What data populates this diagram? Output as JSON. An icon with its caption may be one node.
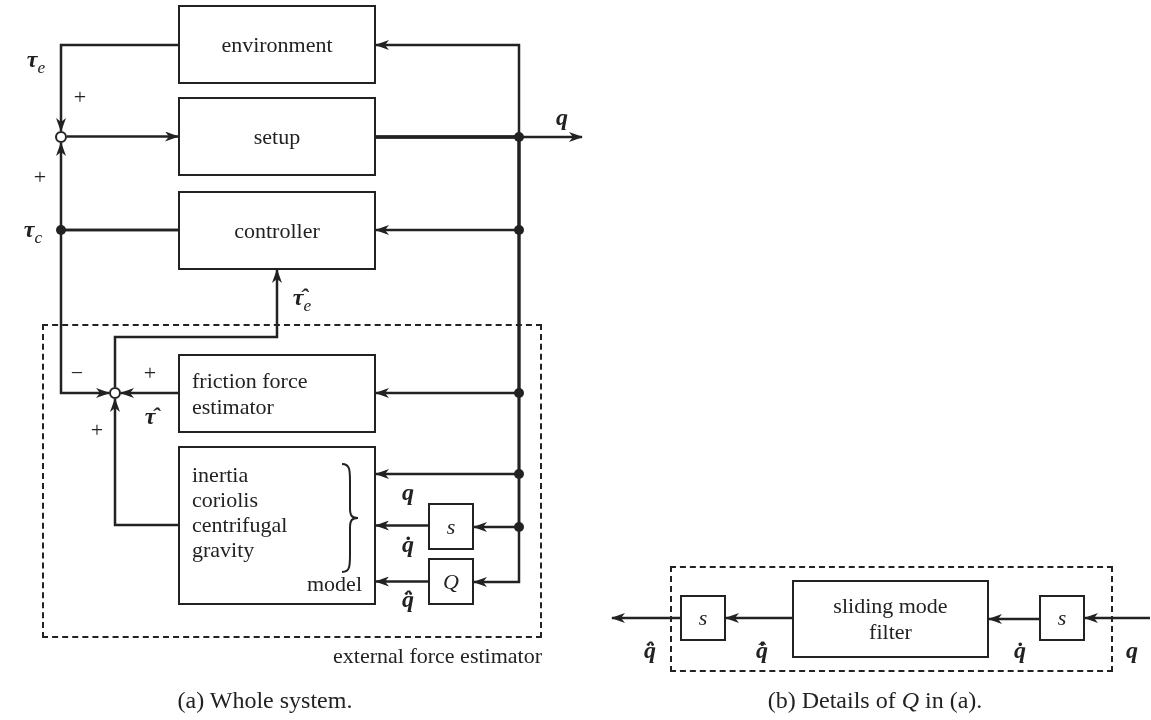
{
  "diagram": {
    "nodes": [
      {
        "text": [
          "environment"
        ]
      },
      {
        "text": [
          "setup"
        ]
      },
      {
        "text": [
          "controller"
        ]
      },
      {
        "text": [],
        "shape": "circle"
      },
      {
        "text": [
          "external force estimator"
        ]
      },
      {
        "text": [
          "friction force estimator"
        ],
        "in": 4
      },
      {
        "text": [],
        "shape": "circle",
        "in": 4
      },
      {
        "text": [
          "inertia coriolis centrifugal gravity",
          "model"
        ],
        "in": 4
      },
      {
        "text": [
          "s"
        ],
        "in": 4
      },
      {
        "text": [
          "Q"
        ],
        "in": 4
      },
      {
        "text": [],
        "shape": "box"
      },
      {
        "text": [
          "s"
        ],
        "in": 10
      },
      {
        "text": [
          "sliding mode filter"
        ],
        "in": 10
      },
      {
        "text": [
          "s"
        ],
        "in": 10
      }
    ],
    "edges": [
      {
        "from": 0,
        "to": 3,
        "arrow": "to",
        "label": "τ$_{e}$"
      },
      {
        "from": 3,
        "to": 1,
        "arrow": "to"
      },
      {
        "from": 2,
        "to": 3,
        "arrow": "to",
        "label": "τ$_{c}$"
      },
      {
        "from": 2,
        "to": 6,
        "arrow": "to"
      },
      {
        "from": 1,
        "to": 0,
        "arrow": "to"
      },
      {
        "from": 1,
        "to": null,
        "arrow": "to",
        "label": "q"
      },
      {
        "from": 1,
        "to": 2,
        "arrow": "to"
      },
      {
        "from": 6,
        "to": 2,
        "arrow": "to",
        "label": "τ̂$_{e}$"
      },
      {
        "from": 1,
        "to": 5,
        "arrow": "to"
      },
      {
        "from": 5,
        "to": 6,
        "arrow": "to",
        "label": "τ̂"
      },
      {
        "from": 7,
        "to": 6,
        "arrow": "to"
      },
      {
        "from": 1,
        "to": 7,
        "arrow": "to",
        "label": "q"
      },
      {
        "from": 1,
        "to": 8,
        "arrow": "to"
      },
      {
        "from": 1,
        "to": 9,
        "arrow": "to"
      },
      {
        "from": 8,
        "to": 7,
        "arrow": "to",
        "label": "q̇"
      },
      {
        "from": 9,
        "to": 7,
        "arrow": "to",
        "label": "q̂̈"
      },
      {
        "from": null,
        "to": 13,
        "arrow": "to",
        "label": "q"
      },
      {
        "from": 13,
        "to": 12,
        "arrow": "to",
        "label": "q̇"
      },
      {
        "from": 12,
        "to": 11,
        "arrow": "to",
        "label": "q̂̇"
      },
      {
        "from": 11,
        "to": null,
        "arrow": "to",
        "label": "q̂̈"
      }
    ],
    "labels": [
      "+",
      "+",
      "−",
      "+",
      "+",
      "(a) Whole system.",
      "(b) Details of *Q* in (a)."
    ]
  }
}
